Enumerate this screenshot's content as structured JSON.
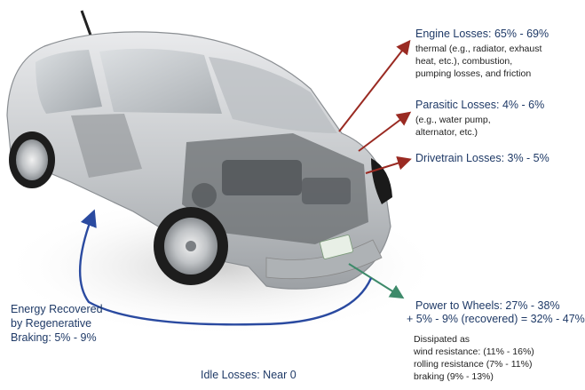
{
  "labels": {
    "engine": {
      "title": "Engine Losses: 65% - 69%",
      "lines": [
        "thermal (e.g., radiator, exhaust",
        "heat, etc.), combustion,",
        "pumping losses,  and friction"
      ]
    },
    "parasitic": {
      "title": "Parasitic Losses: 4% - 6%",
      "lines": [
        "(e.g., water pump,",
        "alternator, etc.)"
      ]
    },
    "drivetrain": {
      "title": "Drivetrain Losses: 3% - 5%"
    },
    "power": {
      "title_lines": [
        "Power to Wheels: 27% - 38%",
        "+ 5% - 9% (recovered) = 32% - 47%"
      ],
      "lines": [
        "Dissipated as",
        "wind resistance: (11% - 16%)",
        "rolling resistance (7% - 11%)",
        "braking (9% - 13%)"
      ]
    },
    "regen": {
      "title_lines": [
        "Energy Recovered",
        "by Regenerative",
        "Braking: 5% - 9%"
      ]
    },
    "idle": {
      "title": "Idle Losses: Near 0"
    }
  },
  "colors": {
    "text_blue": "#1f3a67",
    "arrow_red": "#9a2a22",
    "arrow_green": "#3d8a6a",
    "arrow_blue": "#2a4aa0",
    "car_body": "#c7cacd",
    "engine_gray": "#6b6f72"
  },
  "icons": {
    "car": "car-cutaway-illustration"
  }
}
